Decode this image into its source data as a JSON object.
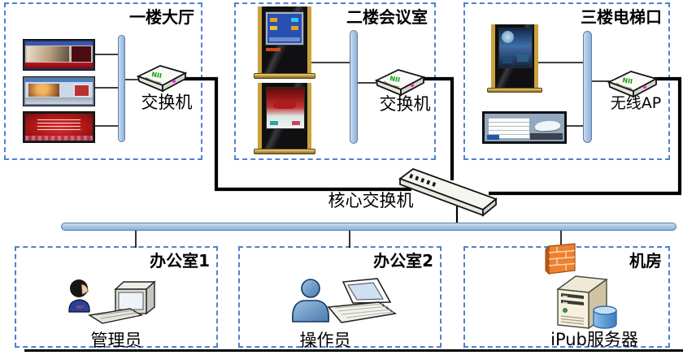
{
  "diagram": {
    "zones": {
      "lobby": {
        "title": "一楼大厅",
        "device": "交换机"
      },
      "meeting": {
        "title": "二楼会议室",
        "device": "交换机"
      },
      "elevator": {
        "title": "三楼电梯口",
        "device": "无线AP"
      },
      "office1": {
        "title": "办公室1",
        "person": "管理员"
      },
      "office2": {
        "title": "办公室2",
        "person": "操作员"
      },
      "server_room": {
        "title": "机房",
        "device": "iPub服务器"
      }
    },
    "core_switch": {
      "label": "核心交换机"
    },
    "colors": {
      "zone_border": "#4f81d0",
      "bus_fill": "#a5c3e6",
      "bus_stroke": "#5f7d9e",
      "wire": "#000000",
      "firewall_orange": "#ee8130",
      "kiosk_gold": "#c9a23f",
      "person_blue": "#5b8fc6",
      "server_beige": "#f6f0df",
      "database_blue": "#74aadd"
    }
  }
}
